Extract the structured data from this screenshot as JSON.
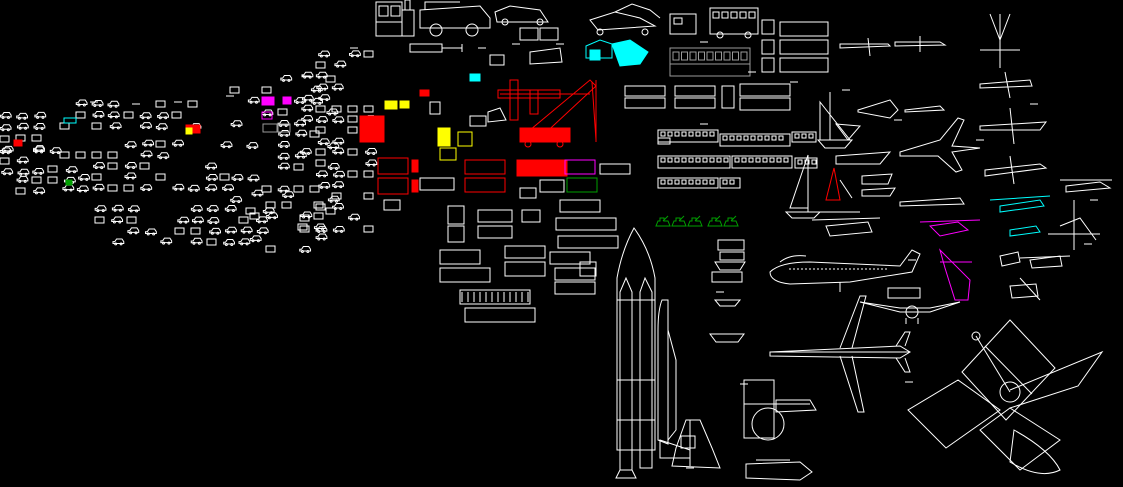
{
  "drawing": {
    "background": "#000000",
    "palette": {
      "white": "#FFFFFF",
      "red": "#FF0000",
      "yellow": "#FFFF00",
      "cyan": "#00FFFF",
      "magenta": "#FF00FF",
      "green": "#00A000",
      "gray": "#9A9A9A"
    },
    "groups": [
      {
        "name": "cars-and-vans-group",
        "icon": "car-icon"
      },
      {
        "name": "mining-trucks-group",
        "icon": "dump-truck-icon"
      },
      {
        "name": "construction-equipment-group",
        "icon": "excavator-icon"
      },
      {
        "name": "buses-group",
        "icon": "bus-icon"
      },
      {
        "name": "trucks-and-trailers-group",
        "icon": "truck-icon"
      },
      {
        "name": "tower-crane-group",
        "icon": "crane-icon"
      },
      {
        "name": "trains-group",
        "icon": "train-icon"
      },
      {
        "name": "military-vehicles-group",
        "icon": "tank-icon"
      },
      {
        "name": "sailboats-group",
        "icon": "sailboat-icon"
      },
      {
        "name": "boats-group",
        "icon": "boat-icon"
      },
      {
        "name": "space-shuttle-group",
        "icon": "rocket-icon"
      },
      {
        "name": "airliners-group",
        "icon": "airplane-icon"
      },
      {
        "name": "fighter-jets-group",
        "icon": "jet-icon"
      },
      {
        "name": "helicopters-group",
        "icon": "helicopter-icon"
      },
      {
        "name": "satellite-group",
        "icon": "satellite-icon"
      }
    ]
  }
}
